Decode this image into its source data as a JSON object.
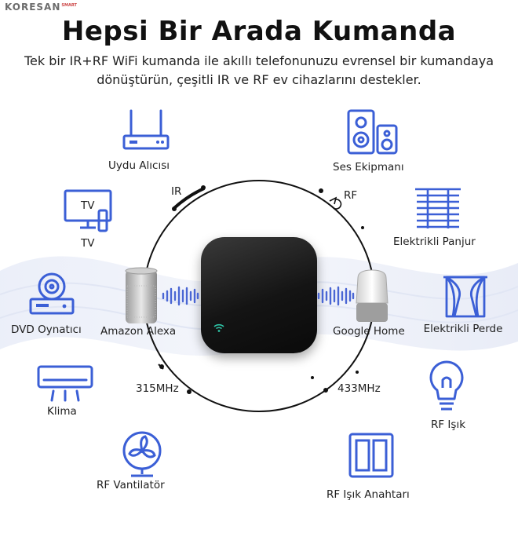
{
  "brand": {
    "name": "KORESAN",
    "suffix": "SMART"
  },
  "title": "Hepsi Bir Arada Kumanda",
  "subtitle": "Tek bir IR+RF WiFi kumanda ile akıllı telefonunuzu evrensel bir kumandaya dönüştürün, çeşitli IR ve RF ev cihazlarını destekler.",
  "ring_labels": {
    "ir": "IR",
    "rf": "RF",
    "f315": "315MHz",
    "f433": "433MHz"
  },
  "assistants": {
    "left": "Amazon Alexa",
    "right": "Google Home"
  },
  "devices": {
    "uydu": "Uydu Alıcısı",
    "ses": "Ses Ekipmanı",
    "tv_screen": "TV",
    "tv": "TV",
    "panjur": "Elektrikli Panjur",
    "dvd": "DVD Oynatıcı",
    "perde": "Elektrikli Perde",
    "klima": "Klima",
    "rf_isik": "RF Işık",
    "vantilator": "RF Vantilatör",
    "anahtar": "RF Işık Anahtarı"
  },
  "colors": {
    "icon": "#3b5fd6",
    "hub": "#141414",
    "wave": "#4a66d4",
    "wifi": "#2ec4a6"
  }
}
